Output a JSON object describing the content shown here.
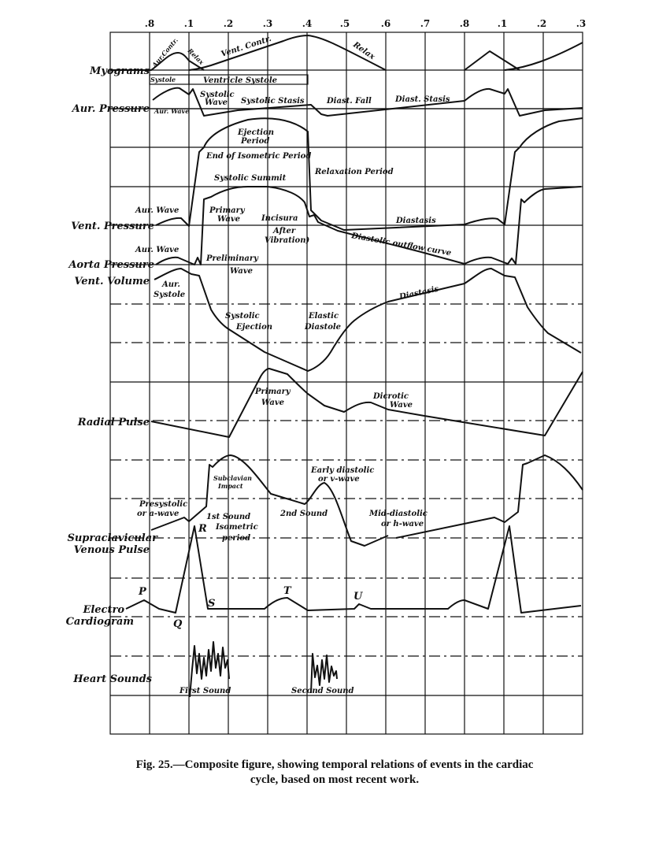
{
  "ticks": [
    ".8",
    ".1",
    ".2",
    ".3",
    ".4",
    ".5",
    ".6",
    ".7",
    ".8",
    ".1",
    ".2",
    ".3"
  ],
  "rows": {
    "myograms": "Myograms",
    "aur_pressure": "Aur. Pressure",
    "vent_pressure": "Vent. Pressure",
    "aorta_pressure": "Aorta Pressure",
    "vent_volume": "Vent. Volume",
    "radial_pulse": "Radial Pulse",
    "venous_1": "Supraclavicular",
    "venous_2": "Venous Pulse",
    "ecg_1": "Electro",
    "ecg_2": "Cardiogram",
    "heart_sounds": "Heart Sounds"
  },
  "annotations": {
    "aur_contr": "Aur.Contr.",
    "relax_1": "Relax",
    "vent_contr": "Vent. Contr.",
    "relax_2": "Relax",
    "aur_systole_small": "Systole",
    "ventricle_systole": "Ventricle Systole",
    "aur_wave_1": "Aur. Wave",
    "systolic_wave_1": "Systolic",
    "systolic_wave_2": "Wave",
    "systolic_stasis": "Systolic Stasis",
    "diast_fall": "Diast. Fall",
    "diast_stasis": "Diast. Stasis",
    "ejection_1": "Ejection",
    "ejection_2": "Period",
    "end_isometric": "End of Isometric Period",
    "relaxation_period": "Relaxation Period",
    "systolic_summit": "Systolic Summit",
    "aur_wave_2": "Aur. Wave",
    "primary_wave_1": "Primary",
    "primary_wave_2": "Wave",
    "incisura": "Incisura",
    "after_vib_1": "After",
    "after_vib_2": "Vibration)",
    "diastasis_1": "Diastasis",
    "diastolic_outflow": "Diastolic outflow curve",
    "aur_wave_3": "Aur. Wave",
    "preliminary_1": "Preliminary",
    "preliminary_2": "Wave",
    "aur_systole_1": "Aur.",
    "aur_systole_2": "Systole",
    "diastasis_2": "Diastasis",
    "systolic_ejection_1": "Systolic",
    "systolic_ejection_2": "Ejection",
    "elastic_diastole_1": "Elastic",
    "elastic_diastole_2": "Diastole",
    "radial_primary_1": "Primary",
    "radial_primary_2": "Wave",
    "dicrotic_1": "Dicrotic",
    "dicrotic_2": "Wave",
    "subclavian_1": "Subclavian",
    "subclavian_2": "Impact",
    "early_diastolic_1": "Early diastolic",
    "early_diastolic_2": "or v-wave",
    "presystolic_1": "Presystolic",
    "presystolic_2": "or a-wave",
    "first_sound_label": "1st Sound",
    "isometric_1": "Isometric",
    "isometric_2": "period",
    "second_sound_label": "2nd Sound",
    "mid_diastolic_1": "Mid-diastolic",
    "mid_diastolic_2": "or h-wave",
    "ecg_p": "P",
    "ecg_q": "Q",
    "ecg_r": "R",
    "ecg_s": "S",
    "ecg_t": "T",
    "ecg_u": "U",
    "first_sound": "First Sound",
    "second_sound": "Second Sound"
  },
  "caption": {
    "line1": "Fig. 25.—Composite figure, showing temporal relations of events in the cardiac",
    "line2": "cycle, based on most recent work."
  }
}
